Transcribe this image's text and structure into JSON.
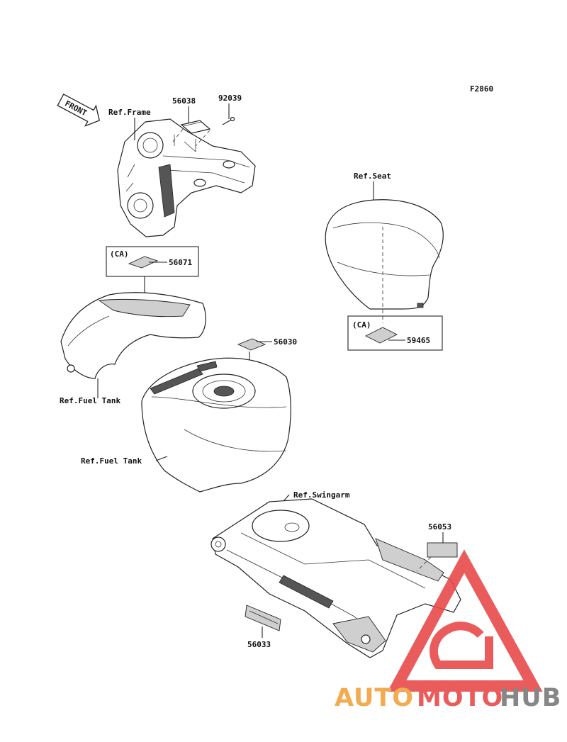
{
  "figure_id": "F2860",
  "direction_label": "FRONT",
  "reference_labels": {
    "frame": "Ref.Frame",
    "seat": "Ref.Seat",
    "fuel_tank_cover": "Ref.Fuel Tank",
    "fuel_tank": "Ref.Fuel Tank",
    "swingarm": "Ref.Swingarm"
  },
  "parts": {
    "p56038": "56038",
    "p92039": "92039",
    "p56071": "56071",
    "p56030": "56030",
    "p59465": "59465",
    "p56053": "56053",
    "p56033": "56033"
  },
  "region_tags": {
    "ca_tank": "(CA)",
    "ca_seat": "(CA)"
  },
  "watermark": {
    "text_part1": "AUTO",
    "text_part2": "MOTO",
    "text_part3": "HUB",
    "colors": {
      "red": "#e84a4a",
      "orange": "#f2a23c",
      "gray": "#7a7a7a"
    }
  }
}
